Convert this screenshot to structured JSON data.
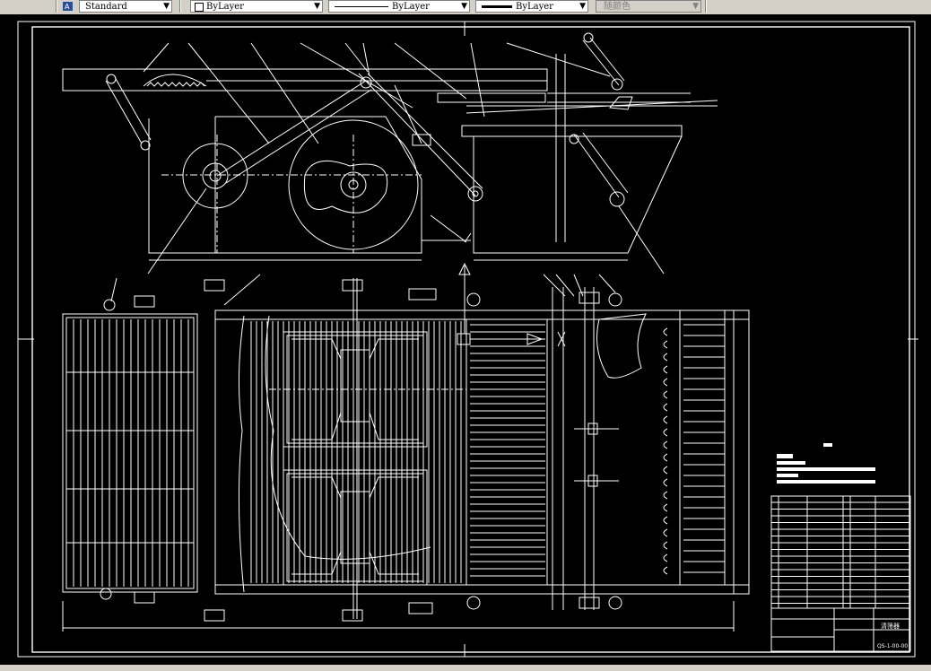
{
  "toolbar": {
    "text_style": "Standard",
    "layer_control": "ByLayer",
    "linetype": "ByLayer",
    "lineweight": "ByLayer",
    "plot_style": "随颜色"
  },
  "drawing": {
    "title_block_name": "清筛器",
    "title_block_code": "QS-1-00-00"
  }
}
